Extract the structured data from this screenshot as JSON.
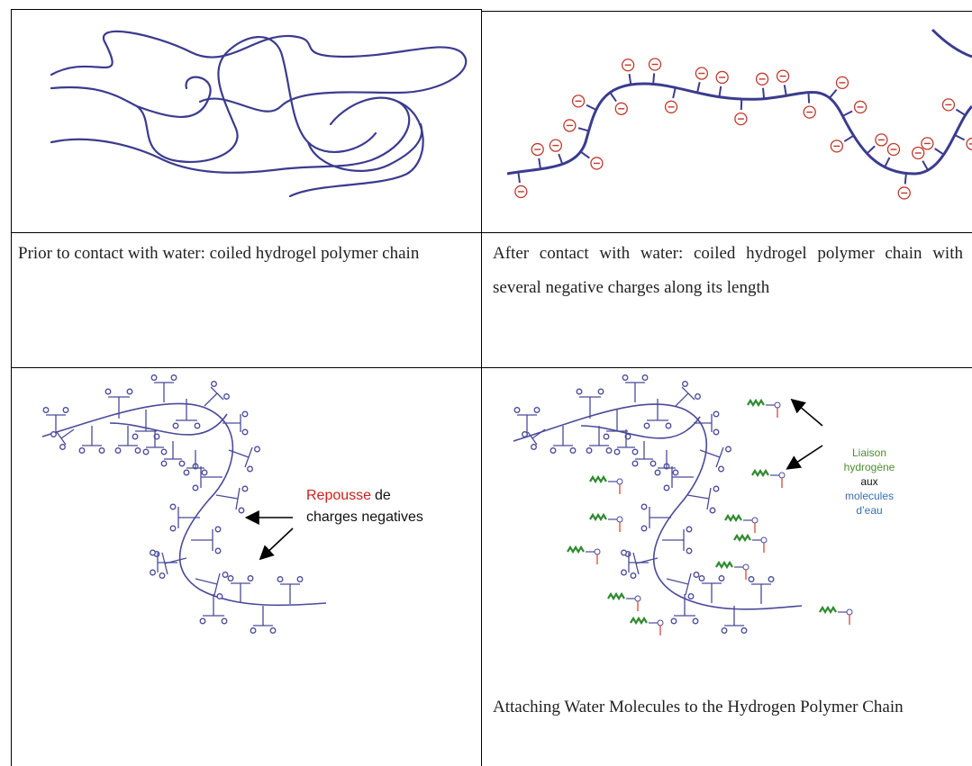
{
  "table": {
    "row1": {
      "left_caption": "Prior to contact with water: coiled hydrogel polymer chain",
      "right_caption": "After contact with water: coiled hydrogel polymer chain with several negative charges along its length"
    },
    "row2": {
      "left_figure": {
        "label_red": "Repousse",
        "label_black_1": "de",
        "label_black_2": "charges negatives"
      },
      "right_figure": {
        "label_1": "Liaison",
        "label_2": "hydrogène",
        "label_3": "aux",
        "label_4": "molecules",
        "label_5": "d’eau"
      },
      "right_caption": "Attaching Water Molecules to the Hydrogen Polymer Chain"
    }
  },
  "colors": {
    "chain": "#3b3b8f",
    "negative_charge": "#c0392b",
    "red_label": "#d01c1c",
    "green_label": "#4f8a2f",
    "blue_label": "#3a6fb0",
    "spring": "#2e8b2e",
    "hydrogen": "#d13a2a"
  }
}
